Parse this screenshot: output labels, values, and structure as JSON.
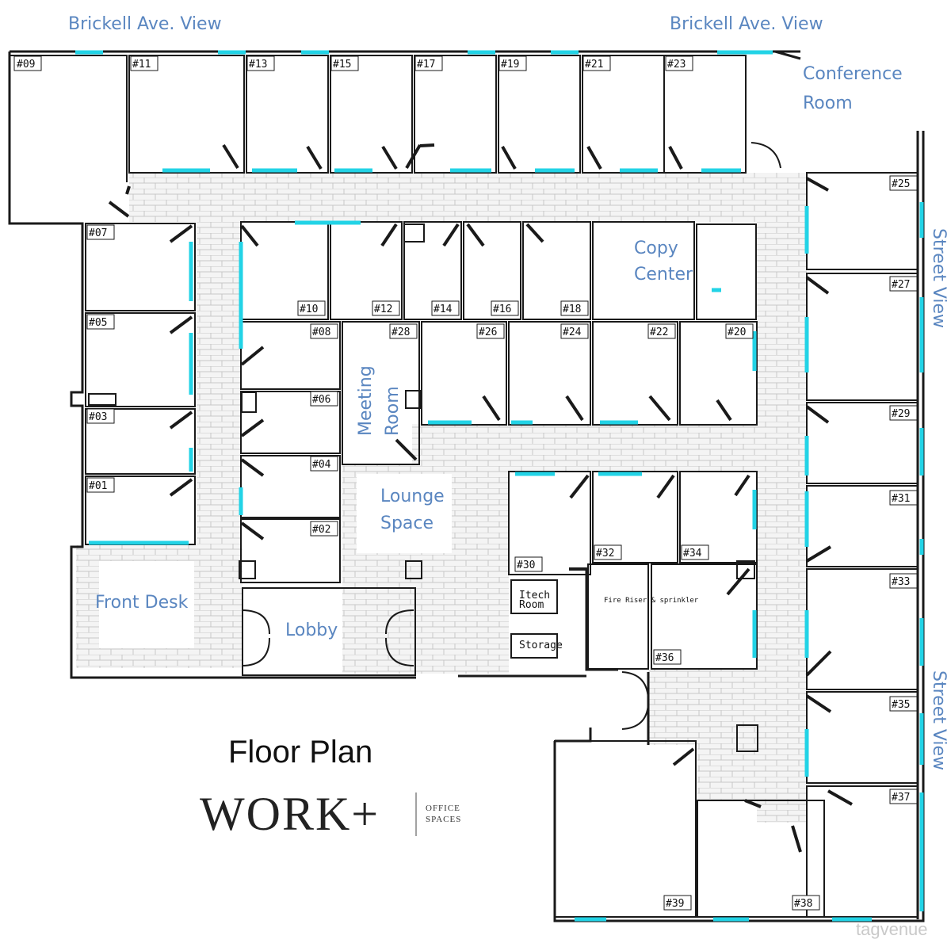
{
  "title": "Floor Plan",
  "logo": {
    "brand": "WORK+",
    "sub_line1": "OFFICE",
    "sub_line2": "SPACES"
  },
  "watermark": "tagvenue",
  "colors": {
    "label": "#5a86c0",
    "window": "#22d3e6",
    "wall": "#1a1a1a",
    "floor_tile": "#e6e6e6"
  },
  "zones": {
    "brickell_left": "Brickell Ave. View",
    "brickell_right": "Brickell Ave. View",
    "conference_line1": "Conference",
    "conference_line2": "Room",
    "street_top": "Street View",
    "street_bottom": "Street View",
    "copy_line1": "Copy",
    "copy_line2": "Center",
    "meeting_line1": "Meeting",
    "meeting_line2": "Room",
    "lounge_line1": "Lounge",
    "lounge_line2": "Space",
    "front_desk": "Front Desk",
    "lobby": "Lobby",
    "itech_line1": "Itech",
    "itech_line2": "Room",
    "storage": "Storage",
    "fire_riser": "Fire Riser & sprinkler"
  },
  "offices": [
    "#09",
    "#11",
    "#13",
    "#15",
    "#17",
    "#19",
    "#21",
    "#23",
    "#25",
    "#27",
    "#29",
    "#31",
    "#33",
    "#35",
    "#37",
    "#38",
    "#39",
    "#07",
    "#05",
    "#03",
    "#01",
    "#10",
    "#12",
    "#14",
    "#16",
    "#18",
    "#08",
    "#06",
    "#04",
    "#02",
    "#28",
    "#26",
    "#24",
    "#22",
    "#20",
    "#30",
    "#32",
    "#34",
    "#36"
  ]
}
